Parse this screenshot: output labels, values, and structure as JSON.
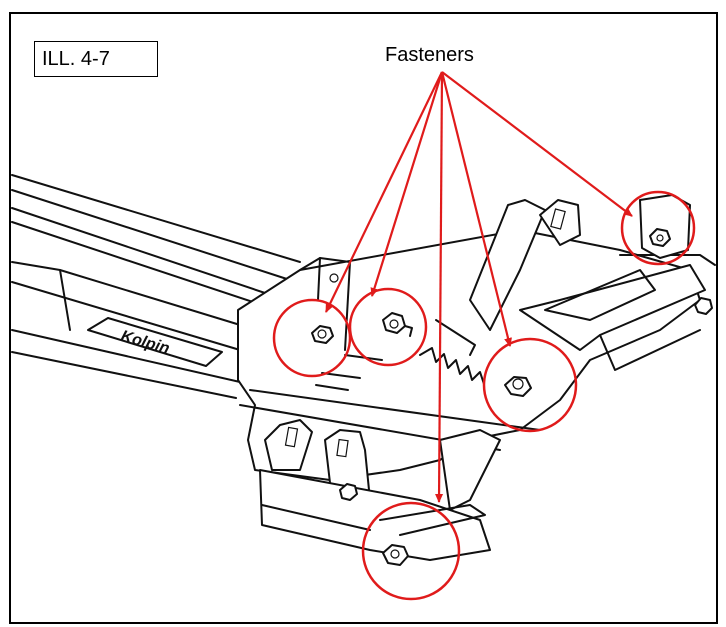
{
  "figure": {
    "label": "ILL. 4-7",
    "callout": "Fasteners",
    "logo_text": "Kolpin",
    "annotation_color": "#e01b1b",
    "line_color": "#111111"
  },
  "fasteners": [
    {
      "name": "fastener-1"
    },
    {
      "name": "fastener-2"
    },
    {
      "name": "fastener-3"
    },
    {
      "name": "fastener-4"
    },
    {
      "name": "fastener-5"
    }
  ]
}
